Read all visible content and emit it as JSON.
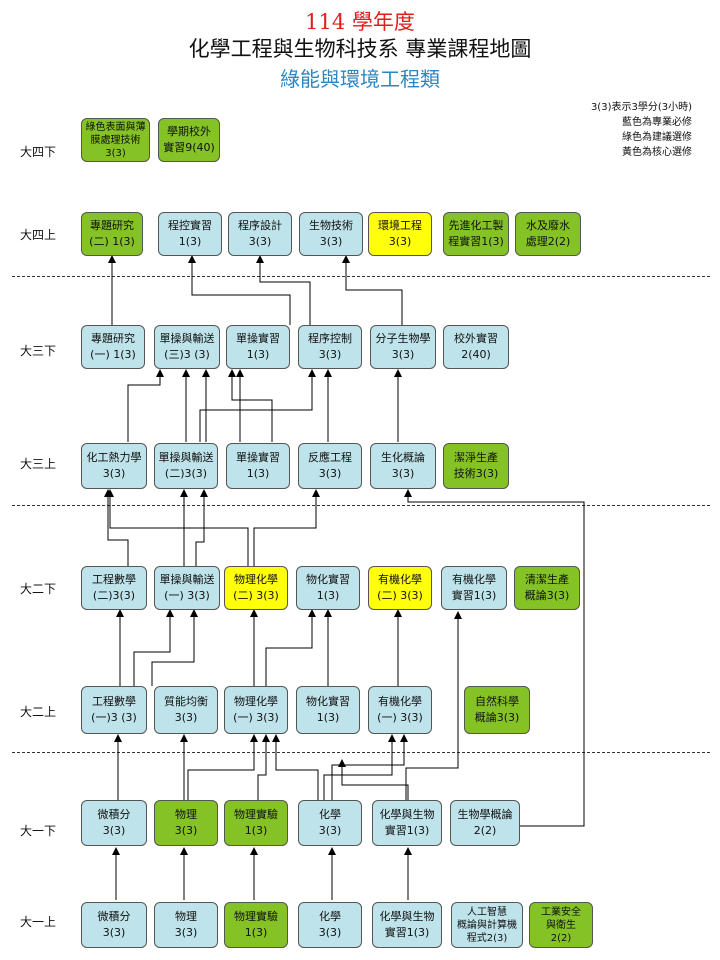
{
  "title": {
    "year": "114 學年度",
    "main": "化學工程與生物科技系  專業課程地圖",
    "track": "綠能與環境工程類"
  },
  "legend": [
    "3(3)表示3學分(3小時)",
    "藍色為專業必修",
    "綠色為建議選修",
    "黃色為核心選修"
  ],
  "colors": {
    "required_major": "#bfe3ea",
    "suggested_elective": "#84c225",
    "core_elective": "#ffff0a"
  },
  "rows": {
    "r8": "大四下",
    "r7": "大四上",
    "r6": "大三下",
    "r5": "大三上",
    "r4": "大二下",
    "r3": "大二上",
    "r2": "大一下",
    "r1": "大一上"
  },
  "courses": [
    {
      "id": "c81",
      "lines": [
        "綠色表面與薄",
        "膜處理技術",
        "3(3)"
      ],
      "type": "elective"
    },
    {
      "id": "c82",
      "lines": [
        "學期校外",
        "實習9(40)"
      ],
      "type": "elective"
    },
    {
      "id": "c71",
      "lines": [
        "專題研究",
        "(二) 1(3)"
      ],
      "type": "elective"
    },
    {
      "id": "c72",
      "lines": [
        "程控實習",
        "1(3)"
      ],
      "type": "core"
    },
    {
      "id": "c73",
      "lines": [
        "程序設計",
        "3(3)"
      ],
      "type": "core"
    },
    {
      "id": "c74",
      "lines": [
        "生物技術",
        "3(3)"
      ],
      "type": "core"
    },
    {
      "id": "c75",
      "lines": [
        "環境工程",
        "3(3)"
      ],
      "type": "required"
    },
    {
      "id": "c76",
      "lines": [
        "先進化工製",
        "程實習1(3)"
      ],
      "type": "elective"
    },
    {
      "id": "c77",
      "lines": [
        "水及廢水",
        "處理2(2)"
      ],
      "type": "elective"
    },
    {
      "id": "c61",
      "lines": [
        "專題研究",
        "(一) 1(3)"
      ],
      "type": "core"
    },
    {
      "id": "c62",
      "lines": [
        "單操與輸送",
        "(三)3 (3)"
      ],
      "type": "core"
    },
    {
      "id": "c63",
      "lines": [
        "單操實習",
        "1(3)"
      ],
      "type": "core"
    },
    {
      "id": "c64",
      "lines": [
        "程序控制",
        "3(3)"
      ],
      "type": "core"
    },
    {
      "id": "c65",
      "lines": [
        "分子生物學",
        "3(3)"
      ],
      "type": "core"
    },
    {
      "id": "c66",
      "lines": [
        "校外實習",
        "2(40)"
      ],
      "type": "core"
    },
    {
      "id": "c51",
      "lines": [
        "化工熱力學",
        "3(3)"
      ],
      "type": "core"
    },
    {
      "id": "c52",
      "lines": [
        "單操與輸送",
        "(二)3(3)"
      ],
      "type": "core"
    },
    {
      "id": "c53",
      "lines": [
        "單操實習",
        "1(3)"
      ],
      "type": "core"
    },
    {
      "id": "c54",
      "lines": [
        "反應工程",
        "3(3)"
      ],
      "type": "core"
    },
    {
      "id": "c55",
      "lines": [
        "生化概論",
        "3(3)"
      ],
      "type": "core"
    },
    {
      "id": "c56",
      "lines": [
        "潔淨生產",
        "技術3(3)"
      ],
      "type": "elective"
    },
    {
      "id": "c41",
      "lines": [
        "工程數學",
        "(二)3(3)"
      ],
      "type": "core"
    },
    {
      "id": "c42",
      "lines": [
        "單操與輸送",
        "(一) 3(3)"
      ],
      "type": "core"
    },
    {
      "id": "c43",
      "lines": [
        "物理化學",
        "(二) 3(3)"
      ],
      "type": "required"
    },
    {
      "id": "c44",
      "lines": [
        "物化實習",
        "1(3)"
      ],
      "type": "core"
    },
    {
      "id": "c45",
      "lines": [
        "有機化學",
        "(二) 3(3)"
      ],
      "type": "required"
    },
    {
      "id": "c46",
      "lines": [
        "有機化學",
        "實習1(3)"
      ],
      "type": "core"
    },
    {
      "id": "c47",
      "lines": [
        "清潔生產",
        "概論3(3)"
      ],
      "type": "elective"
    },
    {
      "id": "c31",
      "lines": [
        "工程數學",
        "(一)3 (3)"
      ],
      "type": "core"
    },
    {
      "id": "c32",
      "lines": [
        "質能均衡",
        "3(3)"
      ],
      "type": "core"
    },
    {
      "id": "c33",
      "lines": [
        "物理化學",
        "(一) 3(3)"
      ],
      "type": "core"
    },
    {
      "id": "c34",
      "lines": [
        "物化實習",
        "1(3)"
      ],
      "type": "core"
    },
    {
      "id": "c35",
      "lines": [
        "有機化學",
        "(一) 3(3)"
      ],
      "type": "core"
    },
    {
      "id": "c36",
      "lines": [
        "自然科學",
        "概論3(3)"
      ],
      "type": "elective"
    },
    {
      "id": "c21",
      "lines": [
        "微積分",
        "3(3)"
      ],
      "type": "core"
    },
    {
      "id": "c22",
      "lines": [
        "物理",
        "3(3)"
      ],
      "type": "elective"
    },
    {
      "id": "c23",
      "lines": [
        "物理實驗",
        "1(3)"
      ],
      "type": "elective"
    },
    {
      "id": "c24",
      "lines": [
        "化學",
        "3(3)"
      ],
      "type": "core"
    },
    {
      "id": "c25",
      "lines": [
        "化學與生物",
        "實習1(3)"
      ],
      "type": "core"
    },
    {
      "id": "c26",
      "lines": [
        "生物學概論",
        "2(2)"
      ],
      "type": "core"
    },
    {
      "id": "c11",
      "lines": [
        "微積分",
        "3(3)"
      ],
      "type": "core"
    },
    {
      "id": "c12",
      "lines": [
        "物理",
        "3(3)"
      ],
      "type": "core"
    },
    {
      "id": "c13",
      "lines": [
        "物理實驗",
        "1(3)"
      ],
      "type": "elective"
    },
    {
      "id": "c14",
      "lines": [
        "化學",
        "3(3)"
      ],
      "type": "core"
    },
    {
      "id": "c15",
      "lines": [
        "化學與生物",
        "實習1(3)"
      ],
      "type": "core"
    },
    {
      "id": "c16",
      "lines": [
        "人工智慧",
        "概論與計算機",
        "程式2(3)"
      ],
      "type": "core"
    },
    {
      "id": "c17",
      "lines": [
        "工業安全",
        "與衛生",
        "2(2)"
      ],
      "type": "elective"
    }
  ]
}
